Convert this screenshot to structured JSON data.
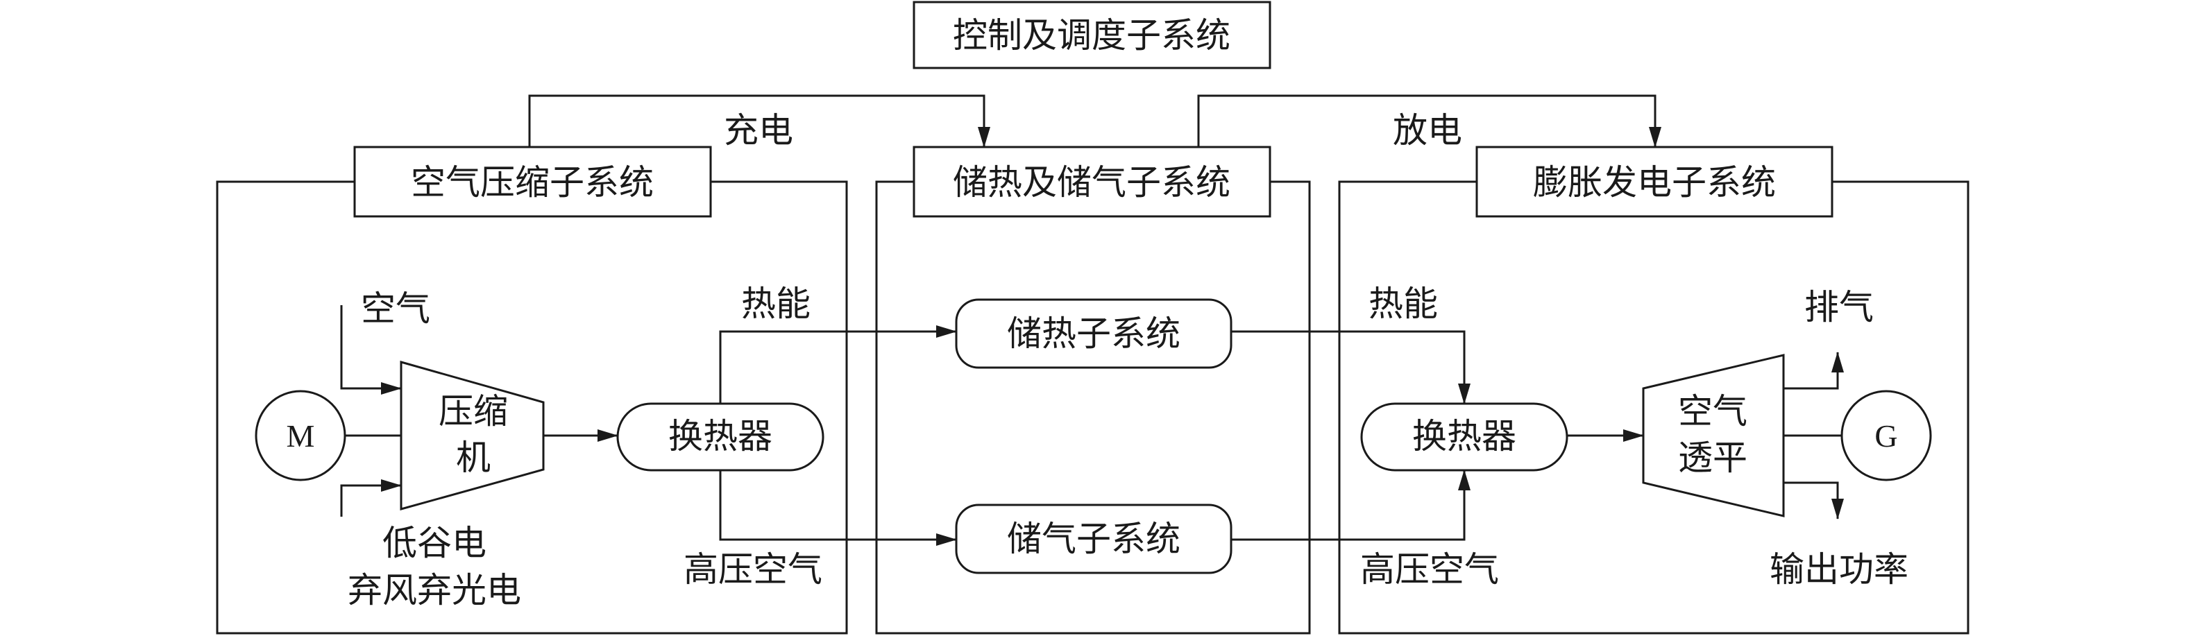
{
  "control": {
    "label": "控制及调度子系统"
  },
  "flows": {
    "charge": "充电",
    "discharge": "放电"
  },
  "compression": {
    "title": "空气压缩子系统",
    "air_in": "空气",
    "motor": "M",
    "compressor": [
      "压缩",
      "机"
    ],
    "power_in": [
      "低谷电",
      "弃风弃光电"
    ],
    "heat_exchanger": "换热器",
    "heat_label": "热能",
    "air_label": "高压空气"
  },
  "storage": {
    "title": "储热及储气子系统",
    "heat_store": "储热子系统",
    "air_store": "储气子系统"
  },
  "expansion": {
    "title": "膨胀发电子系统",
    "heat_label": "热能",
    "air_label": "高压空气",
    "heat_exchanger": "换热器",
    "turbine": [
      "空气",
      "透平"
    ],
    "generator": "G",
    "exhaust": "排气",
    "output": "输出功率"
  }
}
